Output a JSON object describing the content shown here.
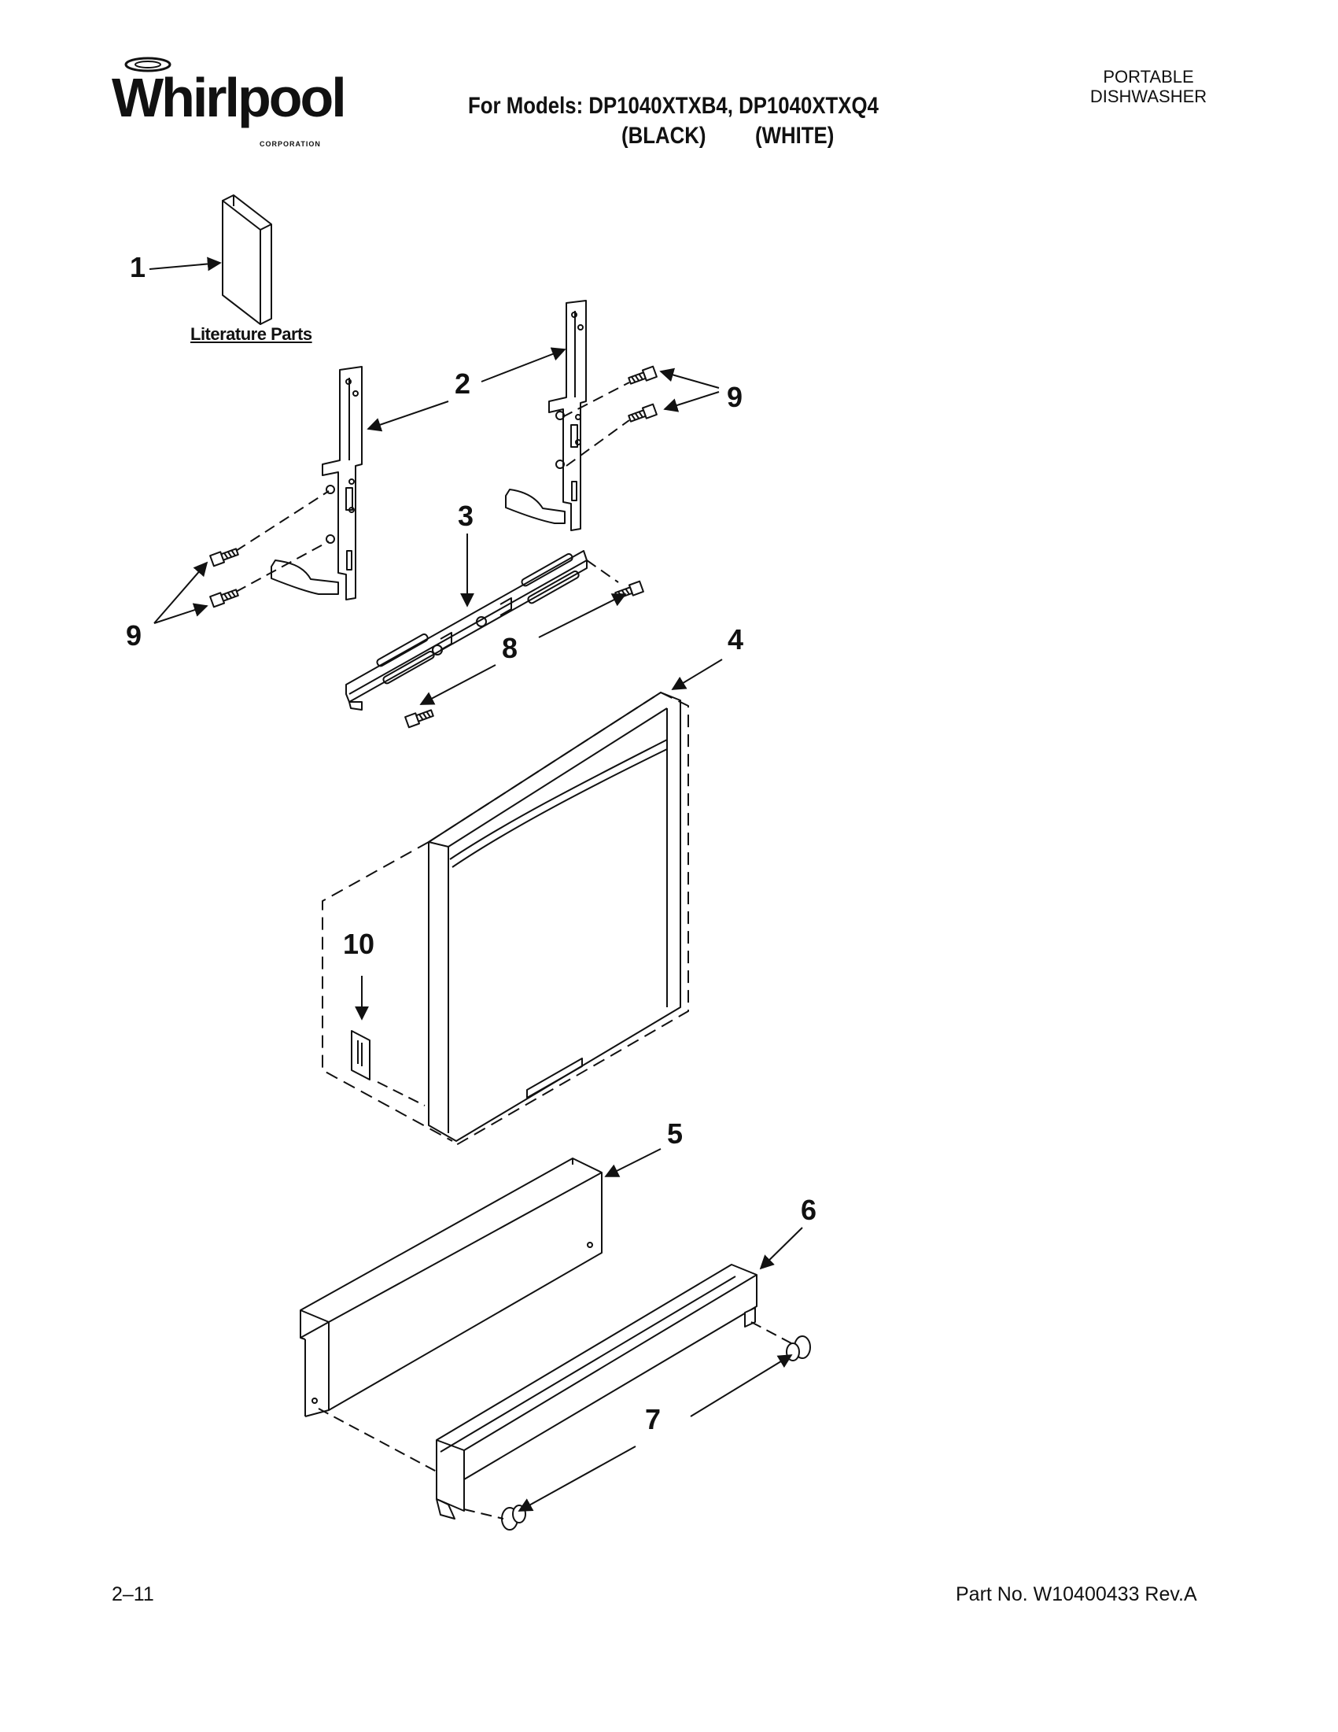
{
  "header": {
    "brand": "Whirlpool",
    "brand_sub": "CORPORATION",
    "models_line": "For Models: DP1040XTXB4, DP1040XTXQ4",
    "color_black": "(BLACK)",
    "color_white": "(WHITE)",
    "category_line1": "PORTABLE",
    "category_line2": "DISHWASHER"
  },
  "diagram": {
    "literature_label": "Literature Parts",
    "callouts": [
      "1",
      "2",
      "3",
      "4",
      "5",
      "6",
      "7",
      "8",
      "9",
      "9",
      "10"
    ]
  },
  "footer": {
    "page": "2–11",
    "part_number": "Part No. W10400433 Rev.A"
  },
  "colors": {
    "ink": "#111111",
    "paper": "#ffffff"
  }
}
